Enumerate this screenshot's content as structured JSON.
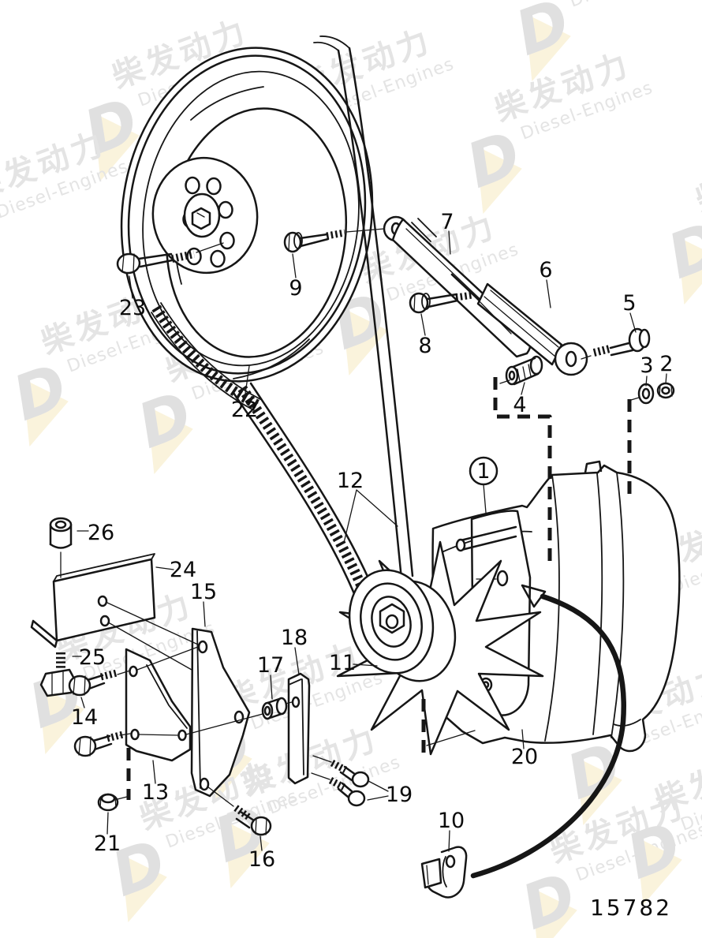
{
  "drawing": {
    "part_number": "15782",
    "figure_callouts": {
      "c1": "1",
      "c2": "2",
      "c3": "3",
      "c4": "4",
      "c5": "5",
      "c6": "6",
      "c7": "7",
      "c8": "8",
      "c9": "9",
      "c10": "10",
      "c11": "11",
      "c12": "12",
      "c13": "13",
      "c14": "14",
      "c15": "15",
      "c16": "16",
      "c17": "17",
      "c18": "18",
      "c19": "19",
      "c20": "20",
      "c21": "21",
      "c22": "22",
      "c23": "23",
      "c24": "24",
      "c25": "25",
      "c26": "26"
    }
  },
  "watermark": {
    "cjk_text": "柴发动力",
    "latin_text": "Diesel-Engines",
    "logo_letter": "D",
    "text_color": "#e4e4e4",
    "logo_letter_color": "#e0e0e0",
    "logo_triangle_color": "#faf3dc"
  }
}
